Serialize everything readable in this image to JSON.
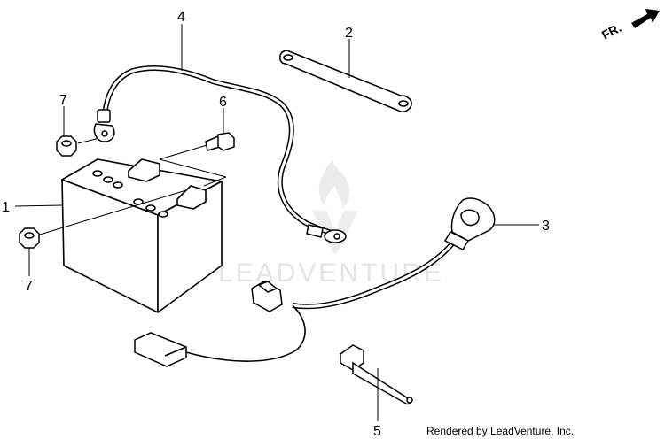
{
  "callouts": {
    "c1": "1",
    "c2": "2",
    "c3": "3",
    "c4": "4",
    "c5": "5",
    "c6": "6",
    "c7a": "7",
    "c7b": "7"
  },
  "direction": "FR.",
  "watermark": "LEADVENTURE",
  "credit": "Rendered by LeadVenture, Inc."
}
